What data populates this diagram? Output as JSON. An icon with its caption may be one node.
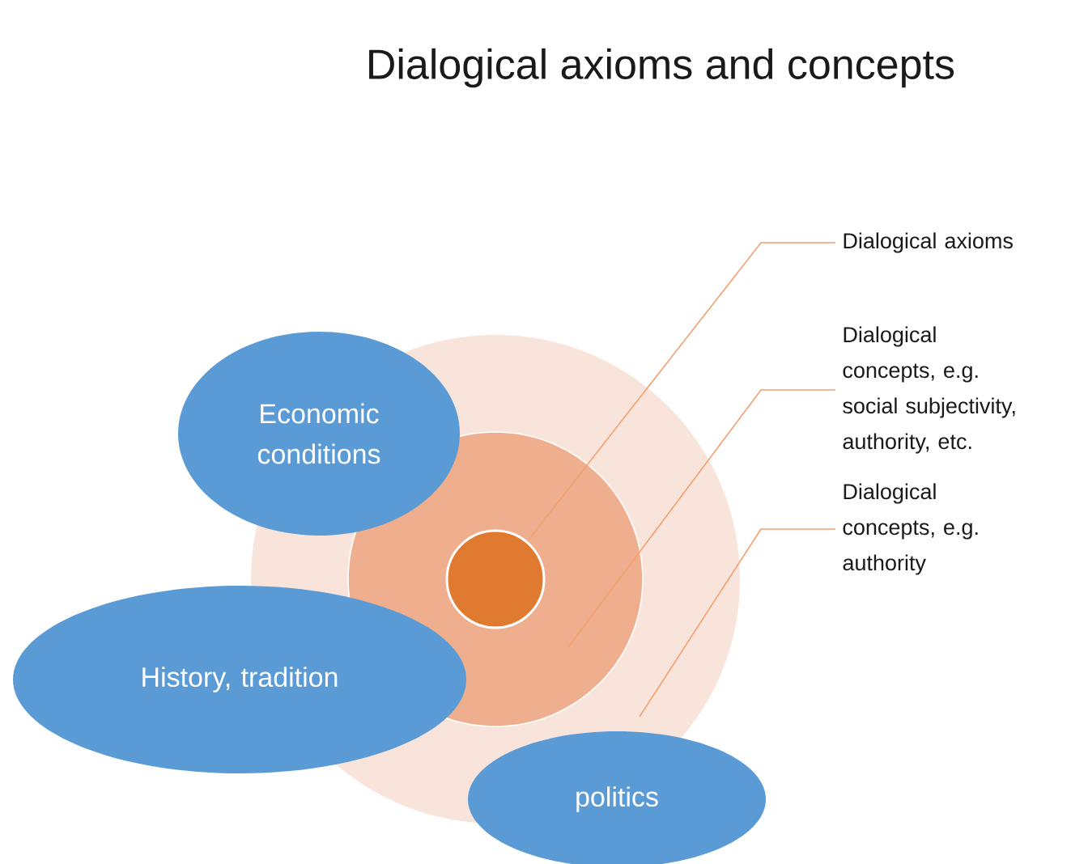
{
  "diagram": {
    "title": "Dialogical axioms and concepts",
    "nodes": [
      {
        "text": [],
        "shape": "circle"
      },
      {
        "text": [],
        "shape": "circle",
        "in": 0
      },
      {
        "text": [],
        "shape": "circle",
        "in": 1
      },
      {
        "text": [
          "Dialogical axioms"
        ]
      },
      {
        "text": [
          "Dialogical concepts, e.g. social subjectivity, authority, etc."
        ]
      },
      {
        "text": [
          "Dialogical concepts, e.g. authority"
        ]
      },
      {
        "text": [
          "Economic conditions"
        ]
      },
      {
        "text": [
          "History, tradition"
        ]
      },
      {
        "text": [
          "politics"
        ]
      }
    ],
    "edges": [
      {
        "from": 3,
        "to": 2,
        "arrow": "none"
      },
      {
        "from": 4,
        "to": 1,
        "arrow": "none"
      },
      {
        "from": 5,
        "to": 0,
        "arrow": "none"
      }
    ]
  }
}
